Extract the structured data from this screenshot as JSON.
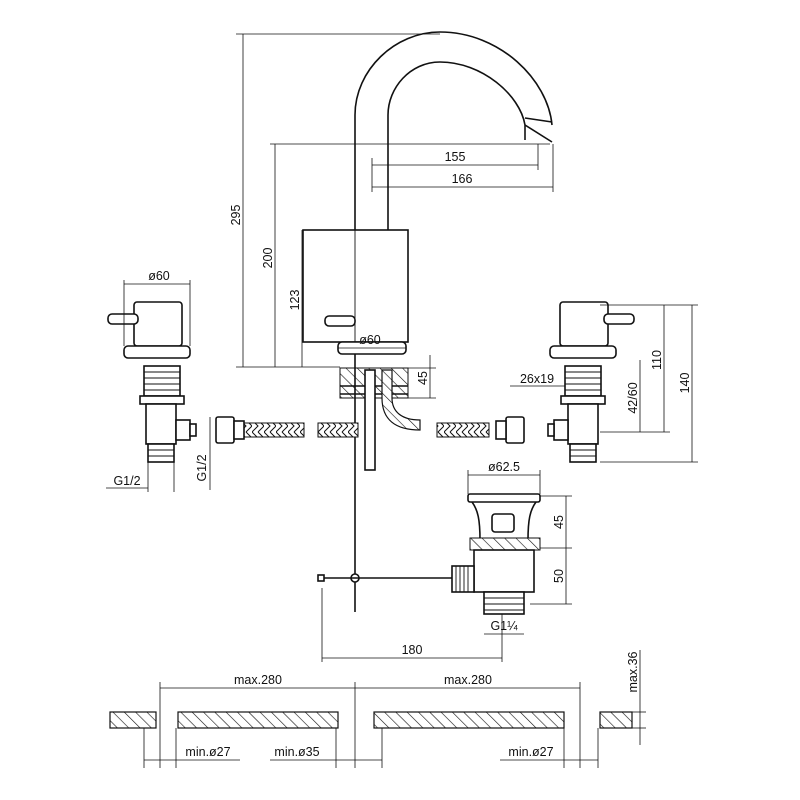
{
  "drawing": {
    "dimensions": {
      "total_height": "295",
      "spout_outlet_height": "200",
      "body_height": "123",
      "spout_reach_1": "155",
      "spout_reach_2": "166",
      "spout_base_dia": "ø60",
      "deck_depth": "45",
      "left_handle_dia": "ø60",
      "left_inlet_thread": "G1/2",
      "left_connector_thread": "G1/2",
      "right_wrench_size": "26x19",
      "right_range": "42/60",
      "right_height_110": "110",
      "right_height_140": "140",
      "drain_dia": "ø62.5",
      "drain_height_45": "45",
      "drain_height_50": "50",
      "drain_thread": "G1¼",
      "rod_length": "180",
      "spacing_left": "max.280",
      "spacing_right": "max.280",
      "counter_thickness": "max.36",
      "hole_left": "min.ø27",
      "hole_center": "min.ø35",
      "hole_right": "min.ø27"
    }
  }
}
